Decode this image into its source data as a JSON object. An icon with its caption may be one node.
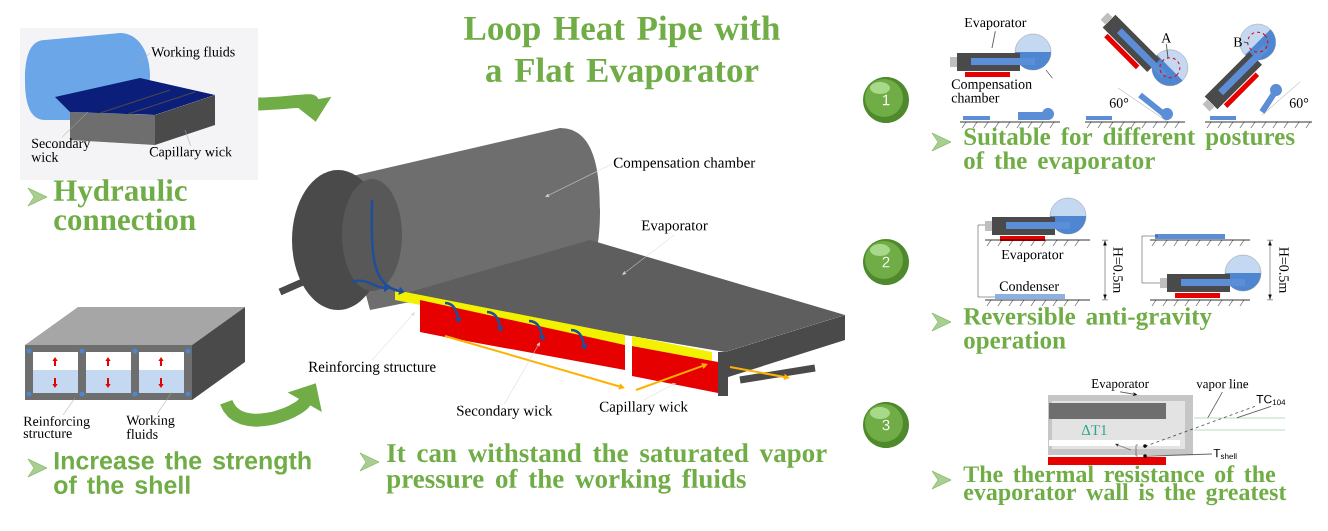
{
  "diagram": {
    "title": "Loop Heat Pipe with a Flat Evaporator",
    "nodes": [
      {
        "text": [],
        "shape": "picture"
      },
      {
        "text": [
          "Working fluids"
        ],
        "in": 0
      },
      {
        "text": [
          "Secondary wick"
        ],
        "in": 0
      },
      {
        "text": [
          "Capillary wick"
        ],
        "in": 0
      },
      {
        "text": [],
        "shape": "picture"
      },
      {
        "text": [
          "Reinforcing structure"
        ]
      },
      {
        "text": [
          "Working fluids"
        ]
      },
      {
        "text": [],
        "shape": "picture"
      },
      {
        "text": [
          "Compensation chamber"
        ],
        "in": 7
      },
      {
        "text": [
          "Evaporator"
        ],
        "in": 7
      },
      {
        "text": [
          "Reinforcing structure"
        ],
        "in": 7
      },
      {
        "text": [
          "Secondary wick"
        ]
      },
      {
        "text": [
          "Capillary wick"
        ]
      },
      {
        "text": [
          "1"
        ]
      },
      {
        "text": [],
        "shape": "picture"
      },
      {
        "text": [
          "Evaporator"
        ],
        "in": 14
      },
      {
        "text": [
          "Compensation chamber"
        ],
        "in": 14
      },
      {
        "text": [
          "A"
        ],
        "in": 14
      },
      {
        "text": [
          "B"
        ],
        "in": 14
      },
      {
        "text": [
          "2"
        ]
      },
      {
        "text": [],
        "shape": "picture"
      },
      {
        "text": [
          "3"
        ]
      },
      {
        "text": [],
        "shape": "picture"
      },
      {
        "text": [
          "Evaporator"
        ]
      },
      {
        "text": [
          "vapor line"
        ]
      },
      {
        "text": [
          "TC$_{104}$"
        ]
      },
      {
        "text": [
          "T$_{shell}$"
        ]
      },
      {
        "text": [],
        "shape": "picture"
      }
    ],
    "edges": [
      {
        "from": 0,
        "to": 7,
        "arrow": "to",
        "style": "thick",
        "color": "#70ad47"
      },
      {
        "from": 4,
        "to": 7,
        "arrow": "to",
        "style": "thick",
        "color": "#70ad47"
      },
      {
        "from": 1,
        "to": null,
        "arrow": "none",
        "color": "#a6a6a6"
      },
      {
        "from": 2,
        "to": null,
        "arrow": "none",
        "color": "#a6a6a6"
      },
      {
        "from": 3,
        "to": null,
        "arrow": "none",
        "color": "#a6a6a6"
      },
      {
        "from": 5,
        "to": 4,
        "arrow": "none",
        "color": "#a6a6a6"
      },
      {
        "from": 6,
        "to": 4,
        "arrow": "none",
        "color": "#a6a6a6"
      },
      {
        "from": 8,
        "to": null,
        "arrow": "to",
        "color": "#d9d9d9"
      },
      {
        "from": 9,
        "to": null,
        "arrow": "to",
        "color": "#d9d9d9"
      },
      {
        "from": 10,
        "to": null,
        "arrow": "to",
        "color": "#d9d9d9"
      },
      {
        "from": 11,
        "to": null,
        "arrow": "to",
        "color": "#d9d9d9"
      },
      {
        "from": 12,
        "to": null,
        "arrow": "to",
        "color": "#d9d9d9"
      },
      {
        "from": 15,
        "to": null,
        "arrow": "none"
      },
      {
        "from": 16,
        "to": null,
        "arrow": "none"
      },
      {
        "from": 17,
        "to": null,
        "arrow": "none"
      },
      {
        "from": 18,
        "to": null,
        "arrow": "none"
      },
      {
        "from": 23,
        "to": 22,
        "arrow": "to"
      },
      {
        "from": 24,
        "to": 27,
        "arrow": "none"
      },
      {
        "from": 25,
        "to": 27,
        "arrow": "none"
      },
      {
        "from": 26,
        "to": 22,
        "arrow": "none"
      },
      {
        "from": 25,
        "to": 22,
        "arrow": "none",
        "style": "dashed"
      }
    ],
    "labels": [
      "Hydraulic connection",
      "Increase the strength of the shell",
      "It can withstand the saturated vapor pressure of the working fluids",
      "60°",
      "60°",
      "Suitable for different postures of the evaporator",
      "Evaporator",
      "Condenser",
      "H=0.5m",
      "H=0.5m",
      "Reversible anti-gravity operation",
      "ΔT1",
      "The thermal resistance of the evaporator wall is the greatest"
    ]
  }
}
